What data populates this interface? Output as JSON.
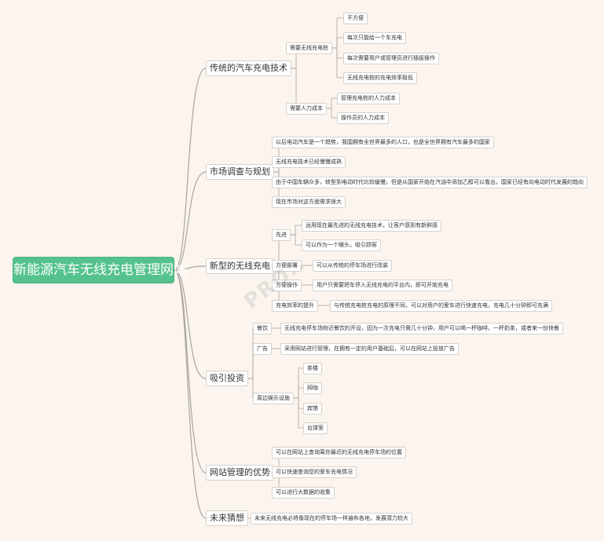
{
  "root": "新能源汽车无线充电管理网站",
  "watermark": "PRO..",
  "colors": {
    "background": "#fcf5ef",
    "root_fill": "#55c28d",
    "line": "#a9a49e",
    "node_border": "#d6d2cc"
  },
  "branches": [
    {
      "label": "传统的汽车充电技术",
      "children": [
        {
          "label": "需要无线充电桩",
          "children": [
            "不方便",
            "每次只能给一个车充电",
            "每次需要用户或管理员进行插拔操作",
            "无线充电桩的充电效率极低"
          ]
        },
        {
          "label": "需要人力成本",
          "children": [
            "管理充电桩的人力成本",
            "操作员的人力成本"
          ]
        }
      ]
    },
    {
      "label": "市场调查与规划",
      "children": [
        {
          "label": "以后电动汽车是一个趋势，我国拥有全世界最多的人口，也是全世界拥有汽车最多的国家"
        },
        {
          "label": "无线充电技术已经慢慢成熟"
        },
        {
          "label": "由于中国车辆众多，转型到电动时代比较缓慢，但是从国家开始在汽油中添加乙醇可以看出，国家已经有向电动时代发展的趋向"
        },
        {
          "label": "现在市场对这方面需求很大"
        }
      ]
    },
    {
      "label": "新型的无线充电",
      "children": [
        {
          "label": "先进",
          "children": [
            "运用现在最先进的无线充电技术，让客户感到有新鲜感",
            "可以作为一个噱头，吸引顾客"
          ]
        },
        {
          "label": "方便部署",
          "children": [
            "可以从传统的停车场进行改装"
          ]
        },
        {
          "label": "方便操作",
          "children": [
            "用户只需要把车停入无线充电的平台内，即可开始充电"
          ]
        },
        {
          "label": "充电效率的提升",
          "children": [
            "与传统充电桩充电的原理不同，可以对用户的爱车进行快速充电，充电几十分钟即可充满"
          ]
        }
      ]
    },
    {
      "label": "吸引投资",
      "children": [
        {
          "label": "餐饮",
          "children": [
            "无线充电停车场附近餐饮的开设，因为一次充电只需几十分钟，用户可以喝一杯咖啡，一杯奶茶，或者来一份快餐"
          ]
        },
        {
          "label": "广告",
          "children": [
            "采用网站进行管理，在拥有一定的用户基础后，可以在网站上投放广告"
          ]
        },
        {
          "label": "周边娱乐设施",
          "children": [
            "茶楼",
            "网咖",
            "宾馆",
            "台球室"
          ]
        }
      ]
    },
    {
      "label": "网站管理的优势",
      "children": [
        {
          "label": "可以在网站上查询离你最近的无线充电停车场的位置"
        },
        {
          "label": "可以快速查询您的爱车充电情况"
        },
        {
          "label": "可以进行大数据的收集"
        }
      ]
    },
    {
      "label": "未来猜想",
      "children": [
        {
          "label": "未来无线充电必将像现在的停车场一样遍布各地，发展潜力较大"
        }
      ]
    }
  ]
}
